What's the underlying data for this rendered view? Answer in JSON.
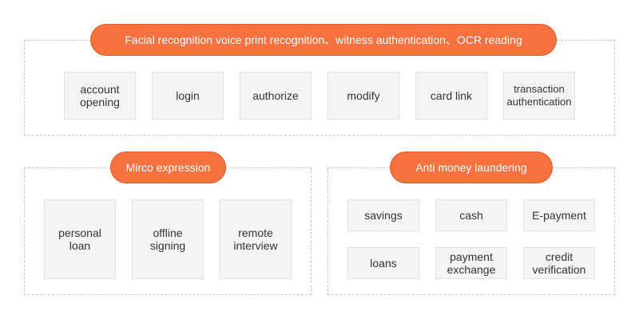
{
  "top_group": {
    "title": "Facial recognition voice print recognition、witness authentication、OCR reading",
    "items": [
      "account\nopening",
      "login",
      "authorize",
      "modify",
      "card link",
      "transaction\nauthentication"
    ]
  },
  "left_group": {
    "title": "Mirco expression",
    "items": [
      "personal\nloan",
      "offline\nsigning",
      "remote\ninterview"
    ]
  },
  "right_group": {
    "title": "Anti money laundering",
    "items": [
      "savings",
      "cash",
      "E-payment",
      "loans",
      "payment\nexchange",
      "credit\nverification"
    ]
  },
  "colors": {
    "accent": "#f7723e",
    "tile_bg": "#f5f5f6",
    "border_dashed": "#c8c8c8"
  }
}
